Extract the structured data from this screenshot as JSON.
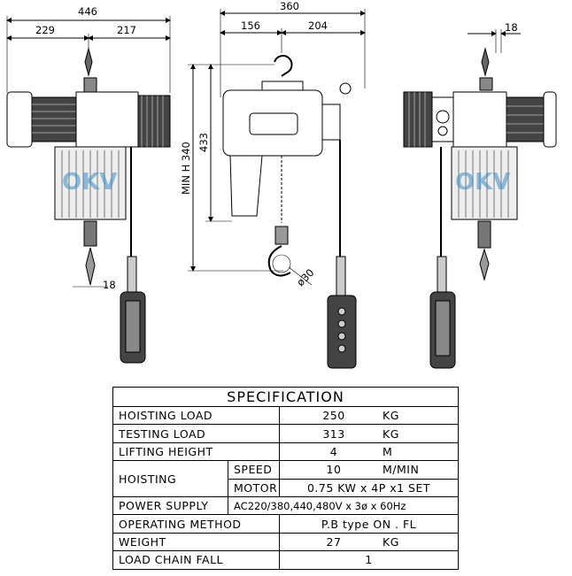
{
  "dimensions": {
    "overall_width": "446",
    "left_width": "229",
    "right_width": "217",
    "side_width": "360",
    "side_left": "156",
    "side_right": "204",
    "height_433": "433",
    "min_h": "MIN H 340",
    "hook_dia": "ø30",
    "hook_width_left": "18",
    "hook_width_right": "18"
  },
  "watermark": "OKV",
  "spec": {
    "title": "SPECIFICATION",
    "rows": {
      "hoisting_load": {
        "label": "HOISTING   LOAD",
        "value": "250",
        "unit": "KG"
      },
      "testing_load": {
        "label": "TESTING   LOAD",
        "value": "313",
        "unit": "KG"
      },
      "lifting_height": {
        "label": "LIFTING HEIGHT",
        "value": "4",
        "unit": "M"
      },
      "hoisting": {
        "label": "HOISTING",
        "speed_label": "SPEED",
        "speed_value": "10",
        "speed_unit": "M/MIN",
        "motor_label": "MOTOR",
        "motor_value": "0.75 KW x 4P x1 SET"
      },
      "power_supply": {
        "label": "POWER SUPPLY",
        "value": "AC220/380,440,480V  x 3ø  x  60Hz"
      },
      "operating_method": {
        "label": "OPERATING   METHOD",
        "value": "P.B type  ON  .  FL"
      },
      "weight": {
        "label": "WEIGHT",
        "value": "27",
        "unit": "KG"
      },
      "load_chain_fall": {
        "label": "LOAD CHAIN FALL",
        "value": "1"
      }
    }
  }
}
